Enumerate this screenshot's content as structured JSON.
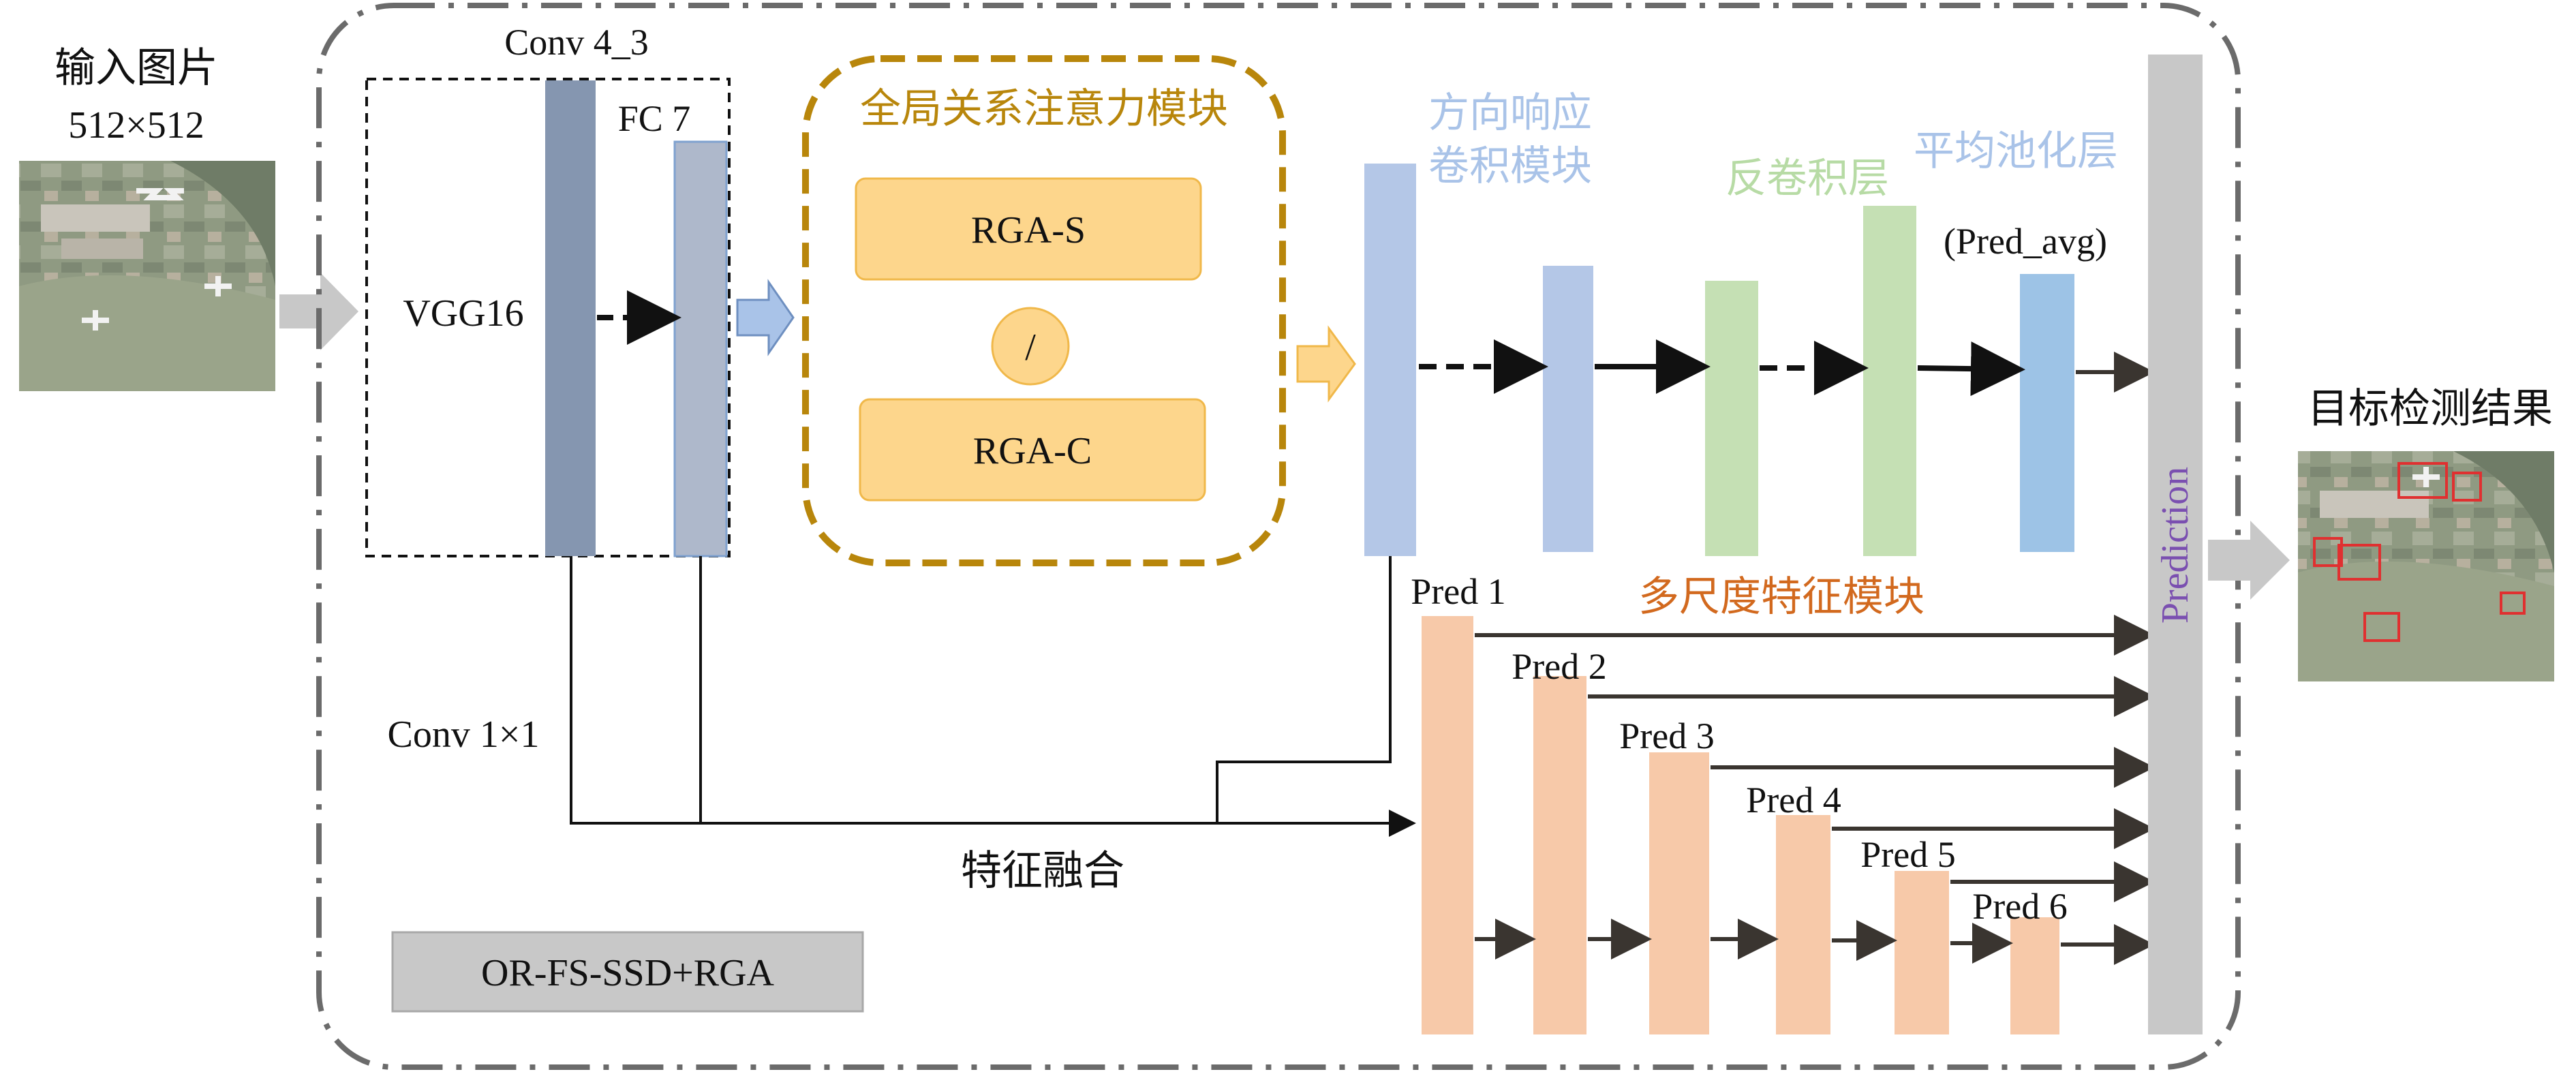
{
  "input": {
    "title": "输入图片",
    "size": "512×512"
  },
  "output": {
    "title": "目标检测结果"
  },
  "backbone": {
    "name": "VGG16",
    "conv43": "Conv 4_3",
    "fc7": "FC 7"
  },
  "rga": {
    "title": "全局关系注意力模块",
    "s": "RGA-S",
    "sep": "/",
    "c": "RGA-C"
  },
  "direction": {
    "line1": "方向响应",
    "line2": "卷积模块"
  },
  "deconv": {
    "title": "反卷积层"
  },
  "avgpool": {
    "title": "平均池化层",
    "pred": "(Pred_avg)"
  },
  "multiscale": {
    "title": "多尺度特征模块"
  },
  "preds": [
    "Pred 1",
    "Pred 2",
    "Pred 3",
    "Pred 4",
    "Pred 5",
    "Pred 6"
  ],
  "prediction": "Prediction",
  "conv1x1": "Conv 1×1",
  "fusion": "特征融合",
  "model": "OR-FS-SSD+RGA",
  "colors": {
    "rga_border": "#b8860b",
    "rga_box": "#fdd68c",
    "rga_title": "#b8860b",
    "blue_label": "#a9c3e8",
    "green_label": "#b7dba5",
    "orange_label": "#d2691e",
    "prediction_text": "#7a4fb0",
    "pred_bar": "#f7c9a9",
    "blue_bar": "#b4c7e7",
    "green_bar": "#c5e0b4"
  }
}
